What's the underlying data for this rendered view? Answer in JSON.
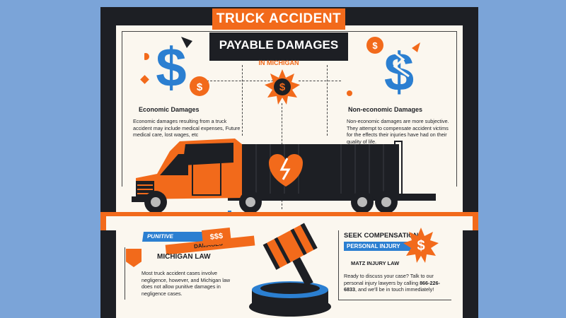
{
  "title": {
    "line1": "TRUCK ACCIDENT",
    "line2": "PAYABLE DAMAGES",
    "line3": "IN MICHIGAN"
  },
  "economic": {
    "heading": "Economic Damages",
    "text": "Economic damages resulting from a truck accident may include medical expenses, Future medical care, lost wages, etc"
  },
  "non_economic": {
    "heading": "Non-economic Damages",
    "text": "Non-economic damages are more subjective. They attempt to compensate accident victims for the effects their injuries have had on their quality of life."
  },
  "punitive": {
    "tag1": "PUNITIVE",
    "tag2": "DAMAGES",
    "money": "$$$",
    "heading": "MICHIGAN LAW",
    "text": "Most truck accident cases involve negligence, however, and Michigan law does not allow punitive damages in negligence cases."
  },
  "seek": {
    "heading": "SEEK COMPENSATION",
    "tag": "PERSONAL INJURY",
    "firm": "MATZ INJURY LAW",
    "text_before": "Ready to discuss your case? Talk to our personal injury lawyers by calling ",
    "phone": "866-226-6833",
    "text_after": ", and we'll be in touch immediately!"
  },
  "icons": {
    "dollar": "$"
  },
  "colors": {
    "orange": "#f26a1b",
    "blue": "#2b7fd1",
    "dark": "#1d1f24",
    "paper": "#fbf7ef",
    "background": "#7ba4d8"
  }
}
